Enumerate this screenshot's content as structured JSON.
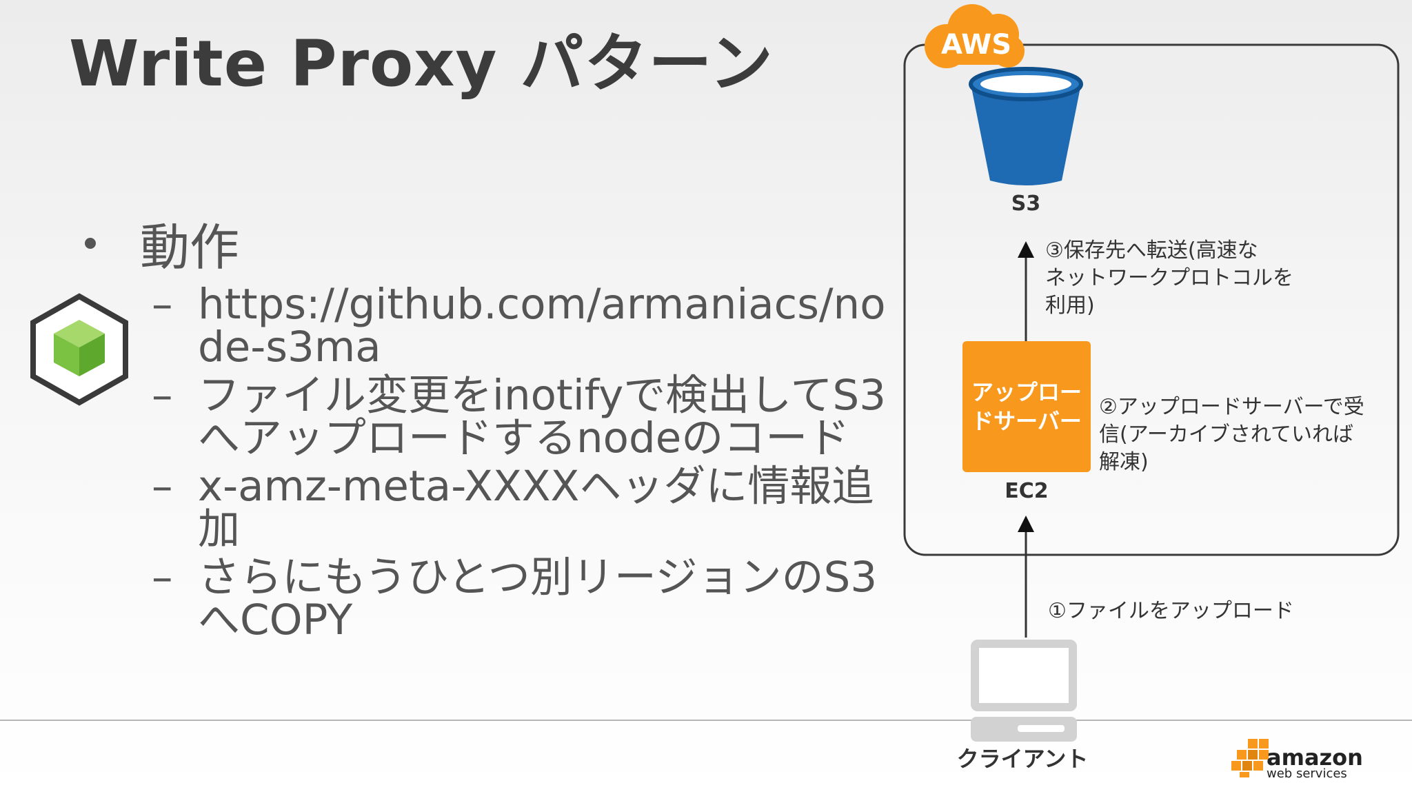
{
  "slide": {
    "title": "Write Proxy パターン",
    "bullet": "動作",
    "sub_items": [
      "https://github.com/armaniacs/node-s3ma",
      "ファイル変更をinotifyで検出してS3へアップロードするnodeのコード",
      "x-amz-meta-XXXXヘッダに情報追加",
      "さらにもうひとつ別リージョンのS3へCOPY"
    ]
  },
  "diagram": {
    "cloud_label": "AWS",
    "s3_label": "S3",
    "upload_server_label_line1": "アップロー",
    "upload_server_label_line2": "ドサーバー",
    "ec2_label": "EC2",
    "client_label": "クライアント",
    "step3_lines": [
      "③保存先へ転送(高速な",
      "ネットワークプロトコルを",
      "利用)"
    ],
    "step2_lines": [
      "②アップロードサーバーで受",
      "信(アーカイブされていれば",
      "解凍)"
    ],
    "step1": "①ファイルをアップロード"
  },
  "logo": {
    "brand": "amazon",
    "sub": "web services"
  },
  "colors": {
    "aws_orange": "#F8991D",
    "s3_blue": "#1F6BB3",
    "cube_green": "#7CC242",
    "title_gray": "#3c3c3c",
    "text_gray": "#555555"
  },
  "icons": {
    "node_logo": "hexagon-cube-icon",
    "storage": "s3-bucket-icon",
    "client": "desktop-computer-icon"
  }
}
